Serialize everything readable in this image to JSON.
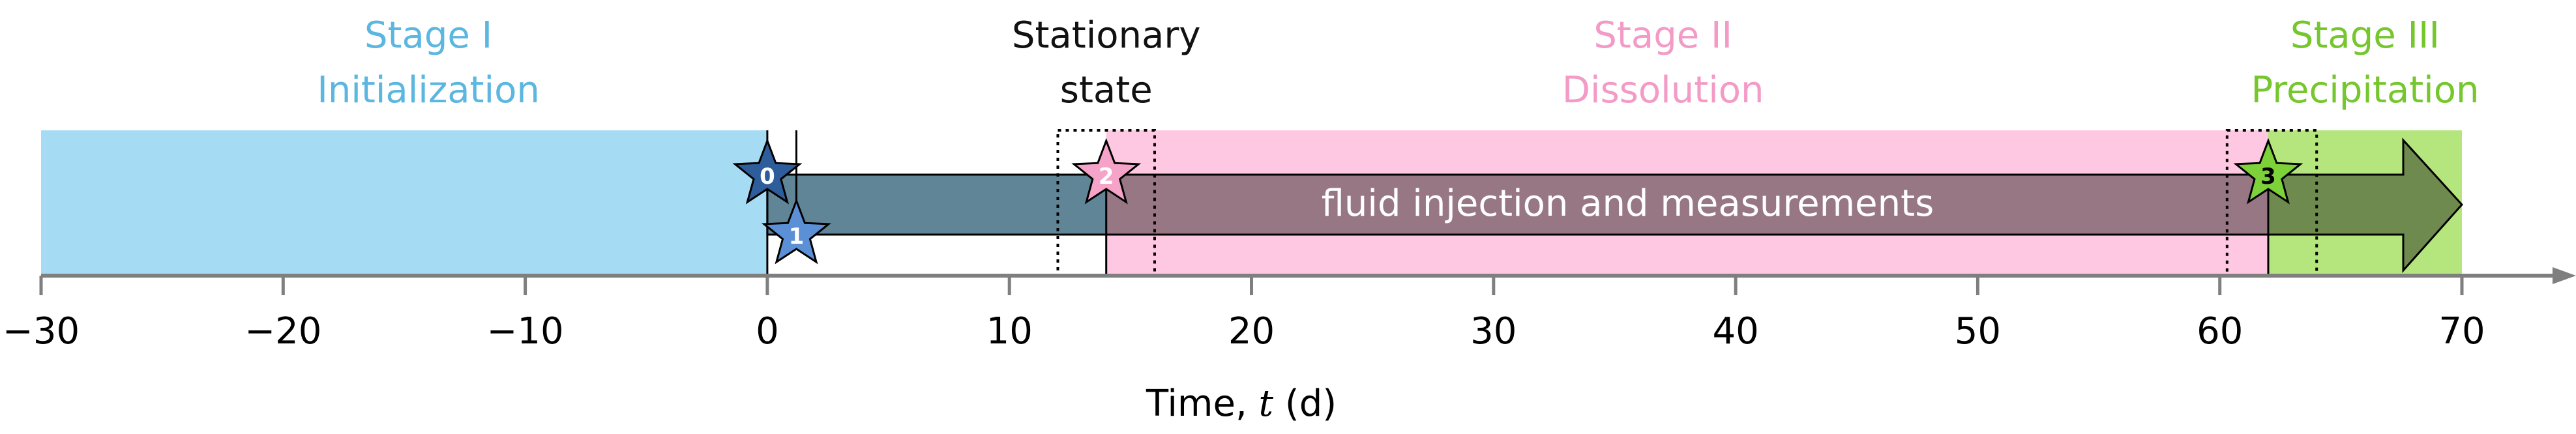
{
  "stages": [
    {
      "id": "stage-1",
      "title": "Stage I",
      "subtitle": "Initialization",
      "from": -30,
      "to": 0,
      "color": "#a6dcf3",
      "label_color": "#5bb6e0",
      "label_at": -14
    },
    {
      "id": "stationary",
      "title": "Stationary",
      "subtitle": "state",
      "color": "#000000",
      "label_color": "#111111",
      "label_at": 14
    },
    {
      "id": "stage-2",
      "title": "Stage II",
      "subtitle": "Dissolution",
      "from": 14,
      "to": 62,
      "color": "#ffc8e2",
      "label_color": "#f39bc6",
      "label_at": 37
    },
    {
      "id": "stage-3",
      "title": "Stage III",
      "subtitle": "Precipitation",
      "from": 62,
      "to": 70,
      "color": "#b5e67e",
      "label_color": "#76c62e",
      "label_at": 66
    }
  ],
  "axis": {
    "label": "Time, ",
    "var": "t",
    "unit": " (d)",
    "ticks": [
      -30,
      -20,
      -10,
      0,
      10,
      20,
      30,
      40,
      50,
      60,
      70
    ],
    "tick_labels": [
      "−30",
      "−20",
      "−10",
      "0",
      "10",
      "20",
      "30",
      "40",
      "50",
      "60",
      "70"
    ],
    "range": [
      -30,
      70
    ]
  },
  "arrow": {
    "label": "fluid injection and measurements",
    "from": 0,
    "to": 70
  },
  "markers": [
    {
      "label": "0",
      "t": 0,
      "level": "top",
      "color": "#2d5d9a"
    },
    {
      "label": "1",
      "t": 1.2,
      "level": "bottom",
      "color": "#5b8fd6"
    },
    {
      "label": "2",
      "t": 14,
      "level": "top",
      "color": "#f5a3c8"
    },
    {
      "label": "3",
      "t": 62,
      "level": "top",
      "color": "#7dd23a"
    }
  ],
  "dotted_boxes": [
    {
      "name": "stationary-window",
      "from": 12,
      "to": 16
    },
    {
      "name": "precipitation-window",
      "from": 60.3,
      "to": 64
    }
  ],
  "colors": {
    "axis": "#7f7f7f",
    "arrow_stage1": "#5f8597",
    "arrow_stage2": "#987785",
    "arrow_stage3": "#6e8a4e",
    "marker_text": "#ffffff"
  }
}
